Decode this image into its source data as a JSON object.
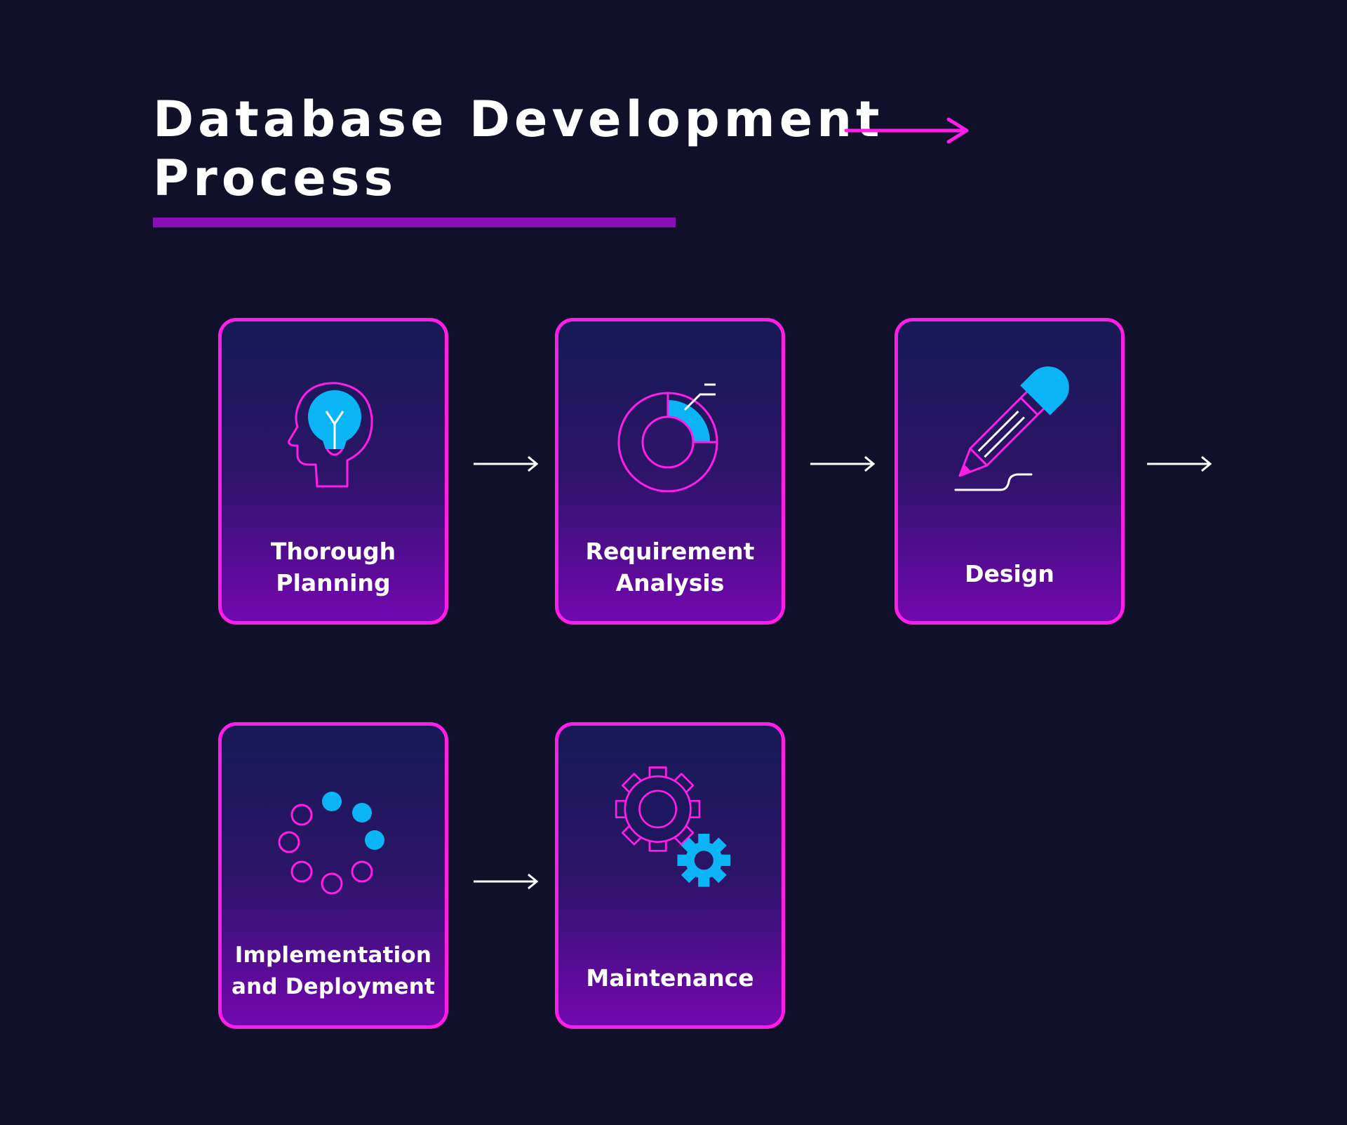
{
  "header": {
    "title_line1": "Database Development",
    "title_line2": "Process"
  },
  "colors": {
    "background": "#10102b",
    "accent_magenta": "#ff1ee6",
    "accent_purple": "#8a0eb8",
    "accent_cyan": "#0ab4f5",
    "text": "#ffffff"
  },
  "steps": [
    {
      "label": "Thorough\nPlanning",
      "icon": "head-lightbulb-icon"
    },
    {
      "label": "Requirement\nAnalysis",
      "icon": "donut-chart-icon"
    },
    {
      "label": "Design",
      "icon": "pencil-icon"
    },
    {
      "label": "Implementation\nand Deployment",
      "icon": "loading-spinner-icon"
    },
    {
      "label": "Maintenance",
      "icon": "gears-icon"
    }
  ]
}
